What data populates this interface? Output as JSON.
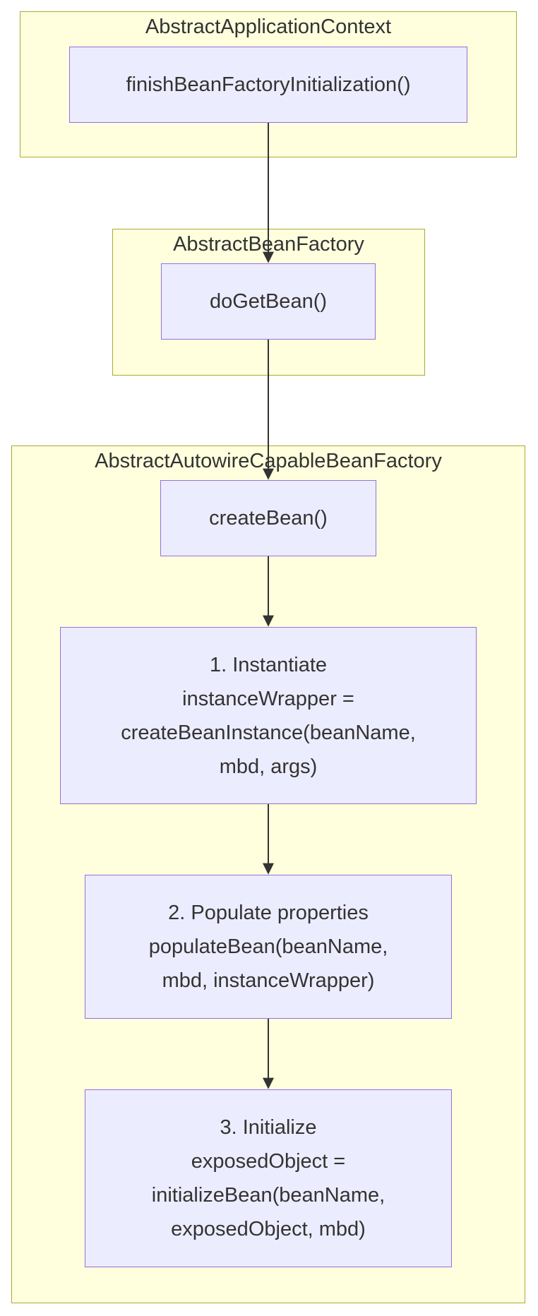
{
  "diagram": {
    "clusters": {
      "context": {
        "title": "AbstractApplicationContext"
      },
      "bean_factory": {
        "title": "AbstractBeanFactory"
      },
      "autowire": {
        "title": "AbstractAutowireCapableBeanFactory"
      }
    },
    "nodes": {
      "finish_init": {
        "lines": [
          "finishBeanFactoryInitialization()"
        ]
      },
      "do_get_bean": {
        "lines": [
          "doGetBean()"
        ]
      },
      "create_bean": {
        "lines": [
          "createBean()"
        ]
      },
      "instantiate": {
        "lines": [
          "1. Instantiate",
          "instanceWrapper =",
          "createBeanInstance(beanName,",
          "mbd, args)"
        ]
      },
      "populate": {
        "lines": [
          "2. Populate properties",
          "populateBean(beanName,",
          "mbd, instanceWrapper)"
        ]
      },
      "initialize": {
        "lines": [
          "3. Initialize",
          "exposedObject =",
          "initializeBean(beanName,",
          "exposedObject, mbd)"
        ]
      }
    },
    "edges": [
      {
        "from": "finish_init",
        "to": "do_get_bean"
      },
      {
        "from": "do_get_bean",
        "to": "create_bean"
      },
      {
        "from": "create_bean",
        "to": "instantiate"
      },
      {
        "from": "instantiate",
        "to": "populate"
      },
      {
        "from": "populate",
        "to": "initialize"
      }
    ],
    "colors": {
      "cluster_fill": "#ffffde",
      "cluster_border": "#aaaa33",
      "node_fill": "#ececff",
      "node_border": "#9370db",
      "edge": "#333333",
      "text": "#333333"
    }
  }
}
